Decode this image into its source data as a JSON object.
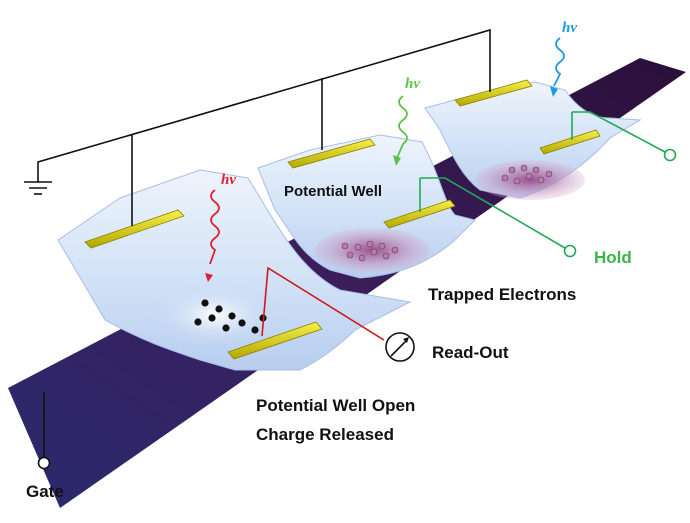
{
  "labels": {
    "photon": "hν",
    "potential_well": "Potential Well",
    "hold": "Hold",
    "trapped_electrons": "Trapped Electrons",
    "read_out": "Read-Out",
    "open_line1": "Potential Well Open",
    "open_line2": "Charge Released",
    "gate": "Gate"
  },
  "colors": {
    "substrate": "#3a1f5e",
    "membrane": "#dce8f8",
    "electrode": "#e8e020",
    "photon_red": "#e0202a",
    "photon_green": "#5fc04a",
    "photon_blue": "#1c9be0",
    "hold_wire": "#1faa55",
    "readout_wire": "#d01a1a",
    "trapped_charge": "#b87aa8"
  },
  "icons": [
    "ground-icon",
    "ammeter-icon",
    "terminal-icon"
  ]
}
